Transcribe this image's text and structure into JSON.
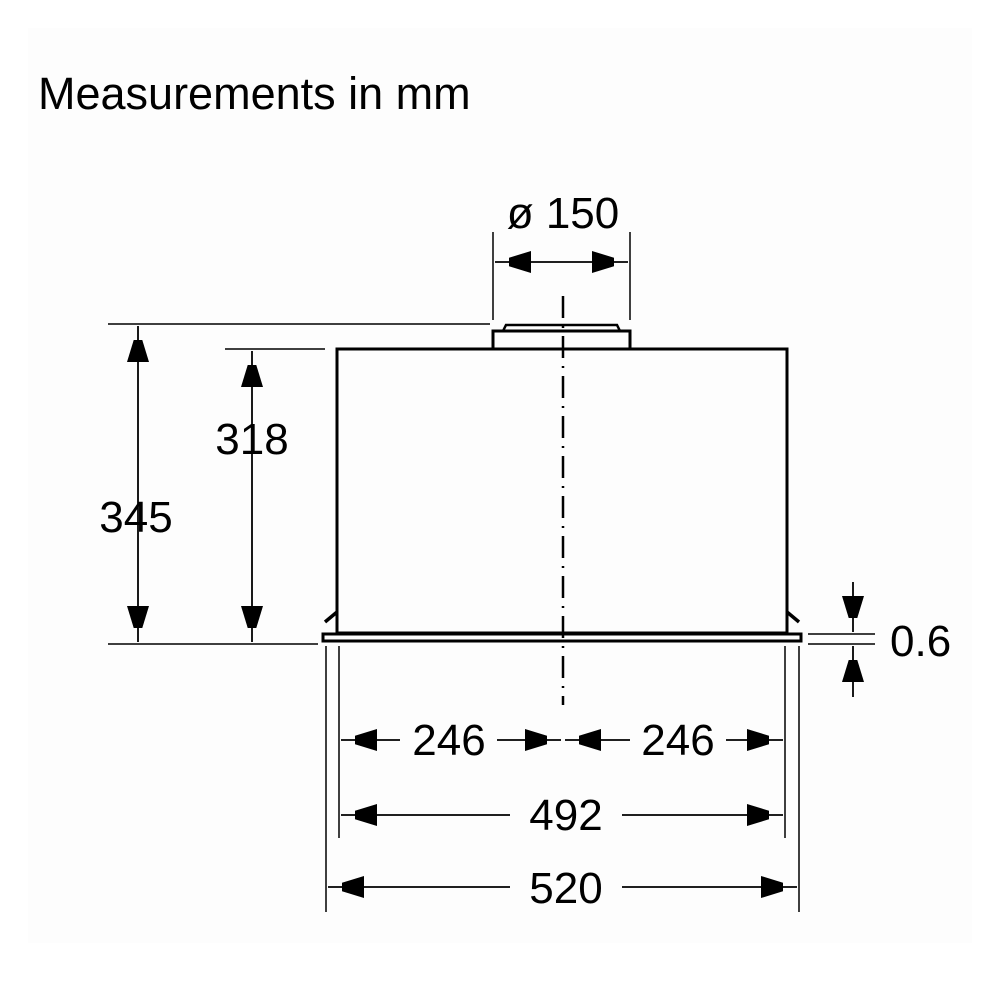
{
  "title": "Measurements in mm",
  "dimensions": {
    "duct_diameter": "ø 150",
    "total_height": "345",
    "body_height": "318",
    "panel_thickness": "0.6",
    "half_width_left": "246",
    "half_width_right": "246",
    "body_width": "492",
    "total_width": "520"
  }
}
